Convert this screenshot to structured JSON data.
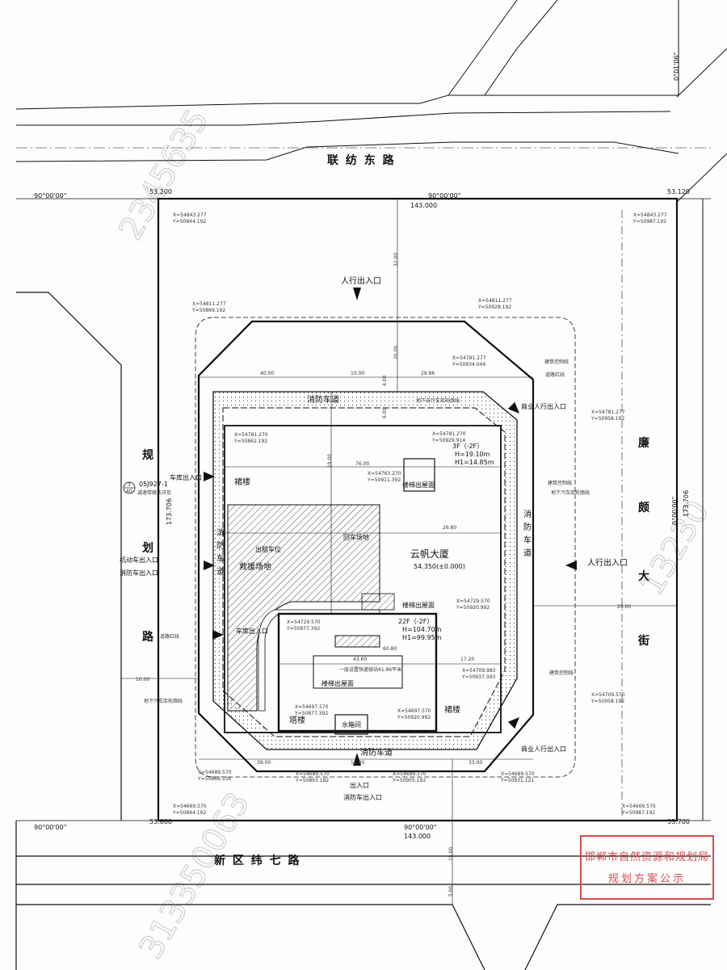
{
  "roads": {
    "north": "联  纺  东  路",
    "south": "新  区  纬  七  路",
    "east": [
      "廉",
      "颇",
      "大",
      "街"
    ],
    "west": [
      "规",
      "划",
      "路"
    ]
  },
  "building": {
    "name": "云帆大厦",
    "elevation": "54.350(±0.000)",
    "tower_label": "塔楼",
    "podium_label": "裙楼",
    "tower_floors": "22F（-2F）",
    "tower_h": "H=104.70m",
    "tower_h1": "H1=99.95m",
    "podium_floors": "3F（-2F）",
    "podium_h": "H=19.10m",
    "podium_h1": "H1=14.85m",
    "stair_roof": "楼梯出屋面",
    "stair_roof2": "楼梯出屋面",
    "stair_roof3": "楼梯出屋面",
    "water_tank": "水箱间",
    "refuge_note": "一层设置快递驿站41.86平米"
  },
  "labels": {
    "fire_lane": "消防车道",
    "fire_lane_e": [
      "消",
      "防",
      "车",
      "道"
    ],
    "fire_lane_w": [
      "消",
      "防",
      "车",
      "道"
    ],
    "pedestrian_entry": "人行出入口",
    "commercial_entry_ne": "商业人行出入口",
    "commercial_entry_se": "商业人行出入口",
    "garage_entry": "车库出入口",
    "garage_entry2": "车库出入口",
    "motor_entry": "机动车出入口",
    "fire_entry": "消防车出入口",
    "fire_entry_s": "消防车出入口",
    "entry_s": "出入口",
    "rescue_site": "救援场地",
    "rental_parking": "出租车位",
    "bike_site": "回车场地",
    "road_line": "道路红线",
    "building_control": "建筑控制线",
    "basement_line": "地下汽车库轮廓线",
    "basement_bike": "地下自行车库轮廓线",
    "std_ref": "05J927-1",
    "std_note": "减速带做法详见",
    "std_num1": "3",
    "std_num2": "40"
  },
  "survey": {
    "angle_nw": "90°00'00\"",
    "angle_n": "90°00'00\"",
    "angle_sw": "90°00'00\"",
    "angle_s": "90°00'00\"",
    "angle_ne": "0°01'06\"",
    "angle_e": "0°00'00\"",
    "len_n": "143.000",
    "len_s": "143.000",
    "len_w": "173.706",
    "len_e": "173.706",
    "elev_nw": "53.200",
    "elev_ne": "53.120",
    "elev_sw": "53.800",
    "elev_se": "53.700"
  },
  "coords": {
    "nw": [
      "X=54843.277",
      "Y=50844.192"
    ],
    "ne": [
      "X=54843.277",
      "Y=50987.192"
    ],
    "sw": [
      "X=54669.570",
      "Y=50844.192"
    ],
    "se": [
      "X=54669.570",
      "Y=50987.192"
    ],
    "n1": [
      "X=54811.277",
      "Y=50869.192"
    ],
    "n2": [
      "X=54811.277",
      "Y=50928.192"
    ],
    "c1": [
      "X=54791.277",
      "Y=50934.049"
    ],
    "c2": [
      "X=54781.270",
      "Y=50862.192"
    ],
    "c3": [
      "X=54781.270",
      "Y=50929.914"
    ],
    "c4": [
      "X=54763.270",
      "Y=50911.392"
    ],
    "c5": [
      "X=54729.570",
      "Y=50920.992"
    ],
    "c6": [
      "X=54729.570",
      "Y=50877.392"
    ],
    "c7": [
      "X=54697.570",
      "Y=50877.392"
    ],
    "c8": [
      "X=54697.570",
      "Y=50920.992"
    ],
    "c9": [
      "X=54709.983",
      "Y=50937.393"
    ],
    "s1": [
      "X=54689.570",
      "Y=50866.334"
    ],
    "s2": [
      "X=54689.570",
      "Y=50893.192"
    ],
    "s3": [
      "X=54689.570",
      "Y=50905.192"
    ],
    "s4": [
      "X=54689.570",
      "Y=50931.121"
    ],
    "e1": [
      "X=54781.277",
      "Y=50958.192"
    ],
    "e2": [
      "X=54709.570",
      "Y=50958.192"
    ]
  },
  "dims": [
    "40.00",
    "10.00",
    "29.86",
    "76.00",
    "26.80",
    "60.80",
    "43.60",
    "17.20",
    "39.00",
    "12.00",
    "33.00",
    "29.00",
    "10.00",
    "15.00",
    "18.00",
    "20.00",
    "32.00",
    "5.00",
    "6.00",
    "4.00"
  ],
  "stamp": {
    "line1": "邯郸市自然资源和规划局",
    "line2": "规划方案公示"
  },
  "watermarks": {
    "wm1": "2345635",
    "wm2": "313350063",
    "wm3": "13230"
  },
  "colors": {
    "line": "#111111",
    "stamp": "#d9494b",
    "hatch": "#555555",
    "watermark": "#cfcfcf"
  }
}
